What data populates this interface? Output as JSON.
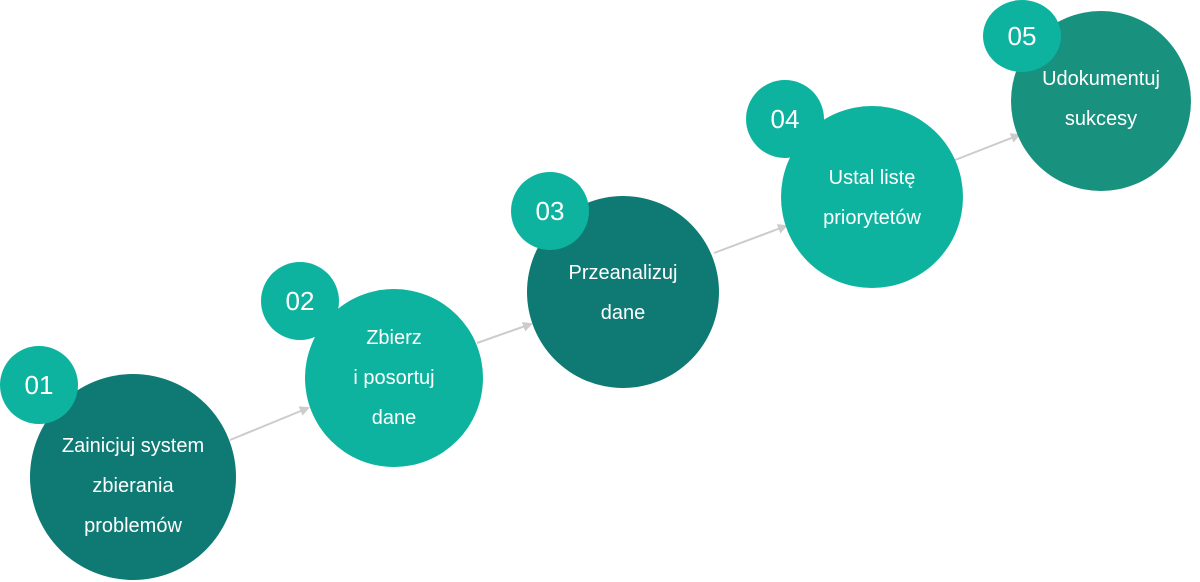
{
  "colors": {
    "dark_teal": "#0f7a73",
    "mid_teal": "#18917f",
    "light_teal": "#0db39f",
    "arrow": "#cccccc",
    "text": "#ffffff"
  },
  "steps": [
    {
      "number": "01",
      "label": "Zainicjuj system\nzbierania\nproblemów"
    },
    {
      "number": "02",
      "label": "Zbierz\ni posortuj\ndane"
    },
    {
      "number": "03",
      "label": "Przeanalizuj\ndane"
    },
    {
      "number": "04",
      "label": "Ustal listę\npriorytetów"
    },
    {
      "number": "05",
      "label": "Udokumentuj\nsukcesy"
    }
  ]
}
